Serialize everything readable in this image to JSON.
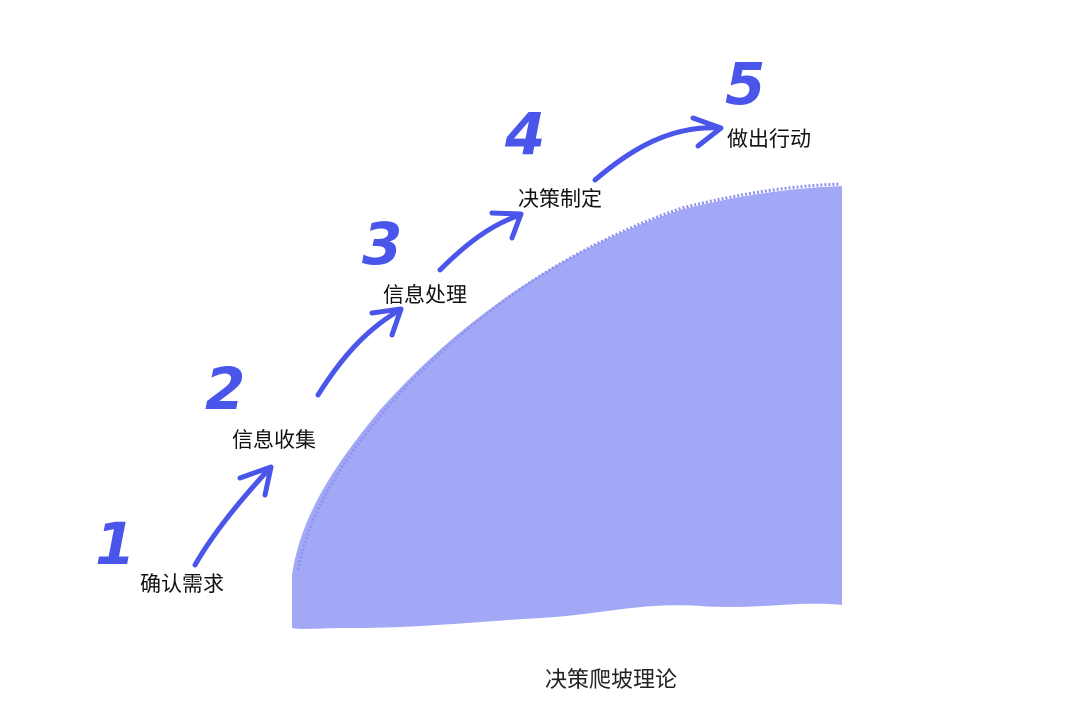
{
  "steps": [
    {
      "number": "1",
      "label": "确认需求"
    },
    {
      "number": "2",
      "label": "信息收集"
    },
    {
      "number": "3",
      "label": "信息处理"
    },
    {
      "number": "4",
      "label": "决策制定"
    },
    {
      "number": "5",
      "label": "做出行动"
    }
  ],
  "caption": "决策爬坡理论",
  "colors": {
    "hill": "#a3a8f6",
    "accent": "#4a55ea"
  }
}
